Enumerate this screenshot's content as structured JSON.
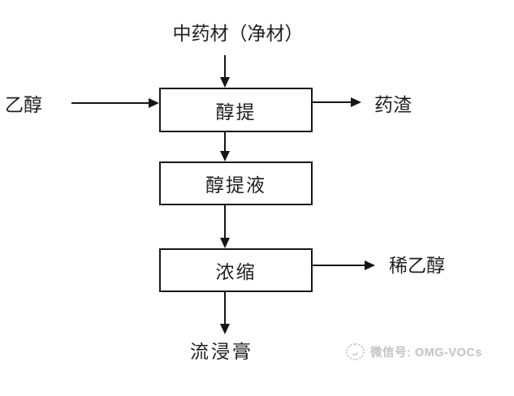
{
  "flowchart": {
    "source_label": "中药材（净材）",
    "input_solvent_label": "乙醇",
    "residue_label": "药渣",
    "boxes": {
      "extraction": "醇提",
      "extract_liquid": "醇提液",
      "concentration": "浓缩"
    },
    "dilute_ethanol_label": "稀乙醇",
    "final_product_label": "流浸膏",
    "colors": {
      "line": "#161616",
      "text": "#1f1f1f",
      "watermark": "#c2c2c2",
      "background": "#ffffff"
    }
  },
  "watermark": {
    "label": "微信号: OMG-VOCs",
    "icon": "omg-vocs-logo-icon"
  }
}
